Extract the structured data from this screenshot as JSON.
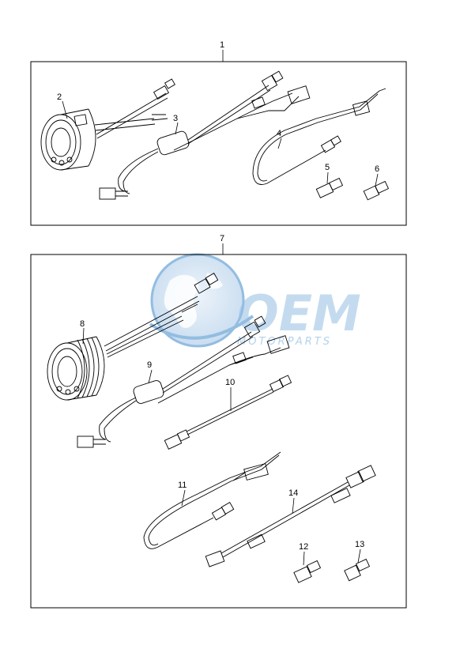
{
  "watermark": {
    "brand": "OEM",
    "tagline": "MOTORPARTS",
    "colors": {
      "blue": "#6fa8d8",
      "light": "#c8ddef"
    }
  },
  "callouts": {
    "c1": "1",
    "c2": "2",
    "c3": "3",
    "c4": "4",
    "c5": "5",
    "c6": "6",
    "c7": "7",
    "c8": "8",
    "c9": "9",
    "c10": "10",
    "c11": "11",
    "c12": "12",
    "c13": "13",
    "c14": "14"
  },
  "colors": {
    "line": "#000000",
    "frame": "#000000"
  }
}
